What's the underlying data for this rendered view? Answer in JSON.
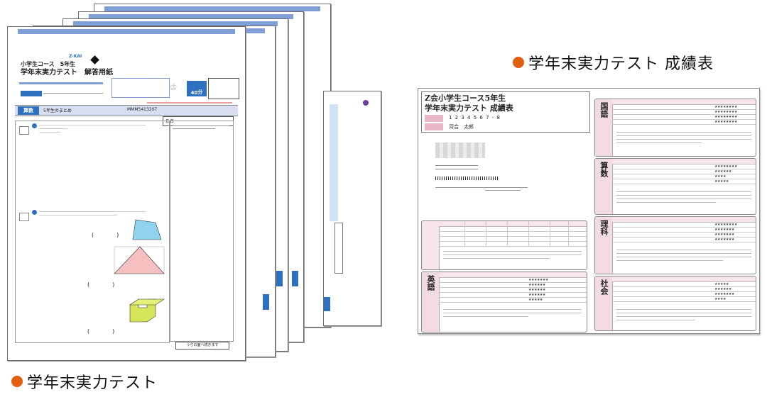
{
  "labels": {
    "report_caption": "学年末実力テスト 成績表",
    "test_caption": "学年末実力テスト"
  },
  "answer_sheet": {
    "brand": "Z-KAI",
    "course": "小学生コース　5年生",
    "title": "学年末実力テスト　解答用紙",
    "time_value": "40",
    "time_unit": "分",
    "subject": "算数",
    "unit": "5年生のまとめ",
    "code": "MMM5413207",
    "name_label": "氏名",
    "next_button": "うらの面へ続きます"
  },
  "report_card": {
    "title_line1": "Z会小学生コース5年生",
    "title_line2": "学年末実力テスト 成績表",
    "member_no": "1 2 3 4 5 6 7 - 8",
    "student_name": "河合　太郎",
    "subjects": [
      "国語",
      "算数",
      "理科",
      "英語",
      "社会"
    ]
  },
  "colors": {
    "accent_dot": "#e25f12",
    "topbar_blue": "#7f9fd6",
    "tab_blue": "#2e6fbf",
    "subject_pink": "#f3dbe6"
  }
}
